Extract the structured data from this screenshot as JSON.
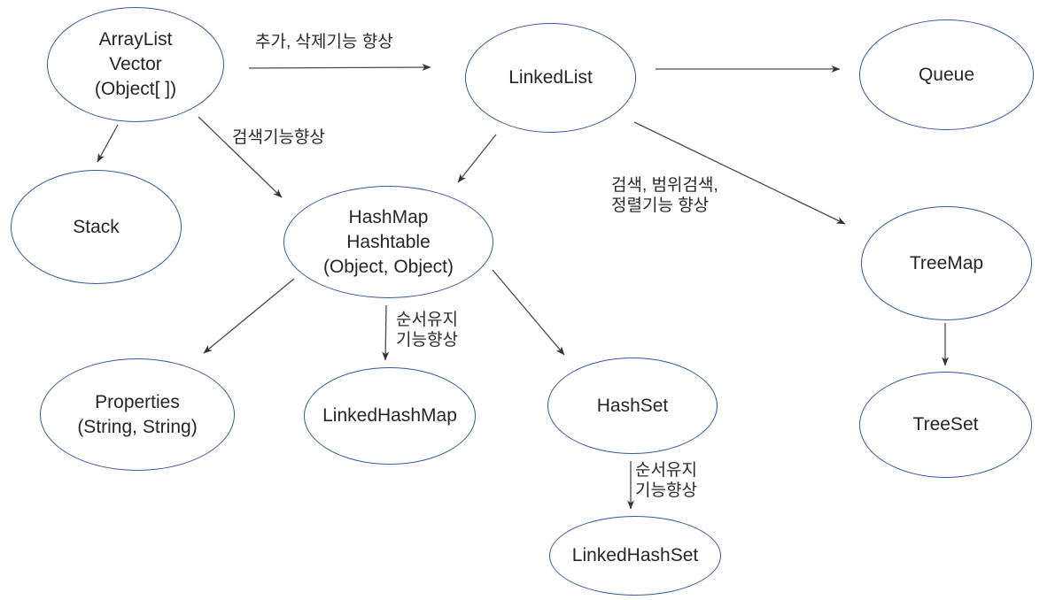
{
  "diagram": {
    "title_hint": "Java collection classes improvement diagram",
    "colors": {
      "node_border": "#35599e",
      "node_text": "#262626",
      "arrow": "#4a4a4a",
      "label_text": "#2b2b2b",
      "background": "#ffffff"
    },
    "nodes": {
      "arraylist": {
        "lines": [
          "ArrayList",
          "Vector",
          "(Object[ ])"
        ]
      },
      "linkedlist": {
        "lines": [
          "LinkedList"
        ]
      },
      "queue": {
        "lines": [
          "Queue"
        ]
      },
      "stack": {
        "lines": [
          "Stack"
        ]
      },
      "hashmap": {
        "lines": [
          "HashMap",
          "Hashtable",
          "(Object, Object)"
        ]
      },
      "treemap": {
        "lines": [
          "TreeMap"
        ]
      },
      "properties": {
        "lines": [
          "Properties",
          "(String, String)"
        ]
      },
      "linkedhashmap": {
        "lines": [
          "LinkedHashMap"
        ]
      },
      "hashset": {
        "lines": [
          "HashSet"
        ]
      },
      "linkedhashset": {
        "lines": [
          "LinkedHashSet"
        ]
      },
      "treeset": {
        "lines": [
          "TreeSet"
        ]
      }
    },
    "edge_labels": {
      "add_delete": {
        "lines": [
          "추가, 삭제기능 향상"
        ]
      },
      "search": {
        "lines": [
          "검색기능향상"
        ]
      },
      "search_range": {
        "lines": [
          "검색, 범위검색,",
          "정렬기능 향상"
        ]
      },
      "order_map": {
        "lines": [
          "순서유지",
          "기능향상"
        ]
      },
      "order_set": {
        "lines": [
          "순서유지",
          "기능향상"
        ]
      }
    },
    "edges": [
      {
        "from": "arraylist",
        "to": "linkedlist",
        "label": "추가, 삭제기능 향상"
      },
      {
        "from": "arraylist",
        "to": "stack",
        "label": ""
      },
      {
        "from": "arraylist",
        "to": "hashmap",
        "label": "검색기능향상"
      },
      {
        "from": "linkedlist",
        "to": "queue",
        "label": ""
      },
      {
        "from": "linkedlist",
        "to": "hashmap",
        "label": ""
      },
      {
        "from": "linkedlist",
        "to": "treemap",
        "label": "검색, 범위검색, 정렬기능 향상"
      },
      {
        "from": "hashmap",
        "to": "properties",
        "label": ""
      },
      {
        "from": "hashmap",
        "to": "linkedhashmap",
        "label": "순서유지 기능향상"
      },
      {
        "from": "hashmap",
        "to": "hashset",
        "label": ""
      },
      {
        "from": "hashset",
        "to": "linkedhashset",
        "label": "순서유지 기능향상"
      },
      {
        "from": "treemap",
        "to": "treeset",
        "label": ""
      }
    ]
  }
}
